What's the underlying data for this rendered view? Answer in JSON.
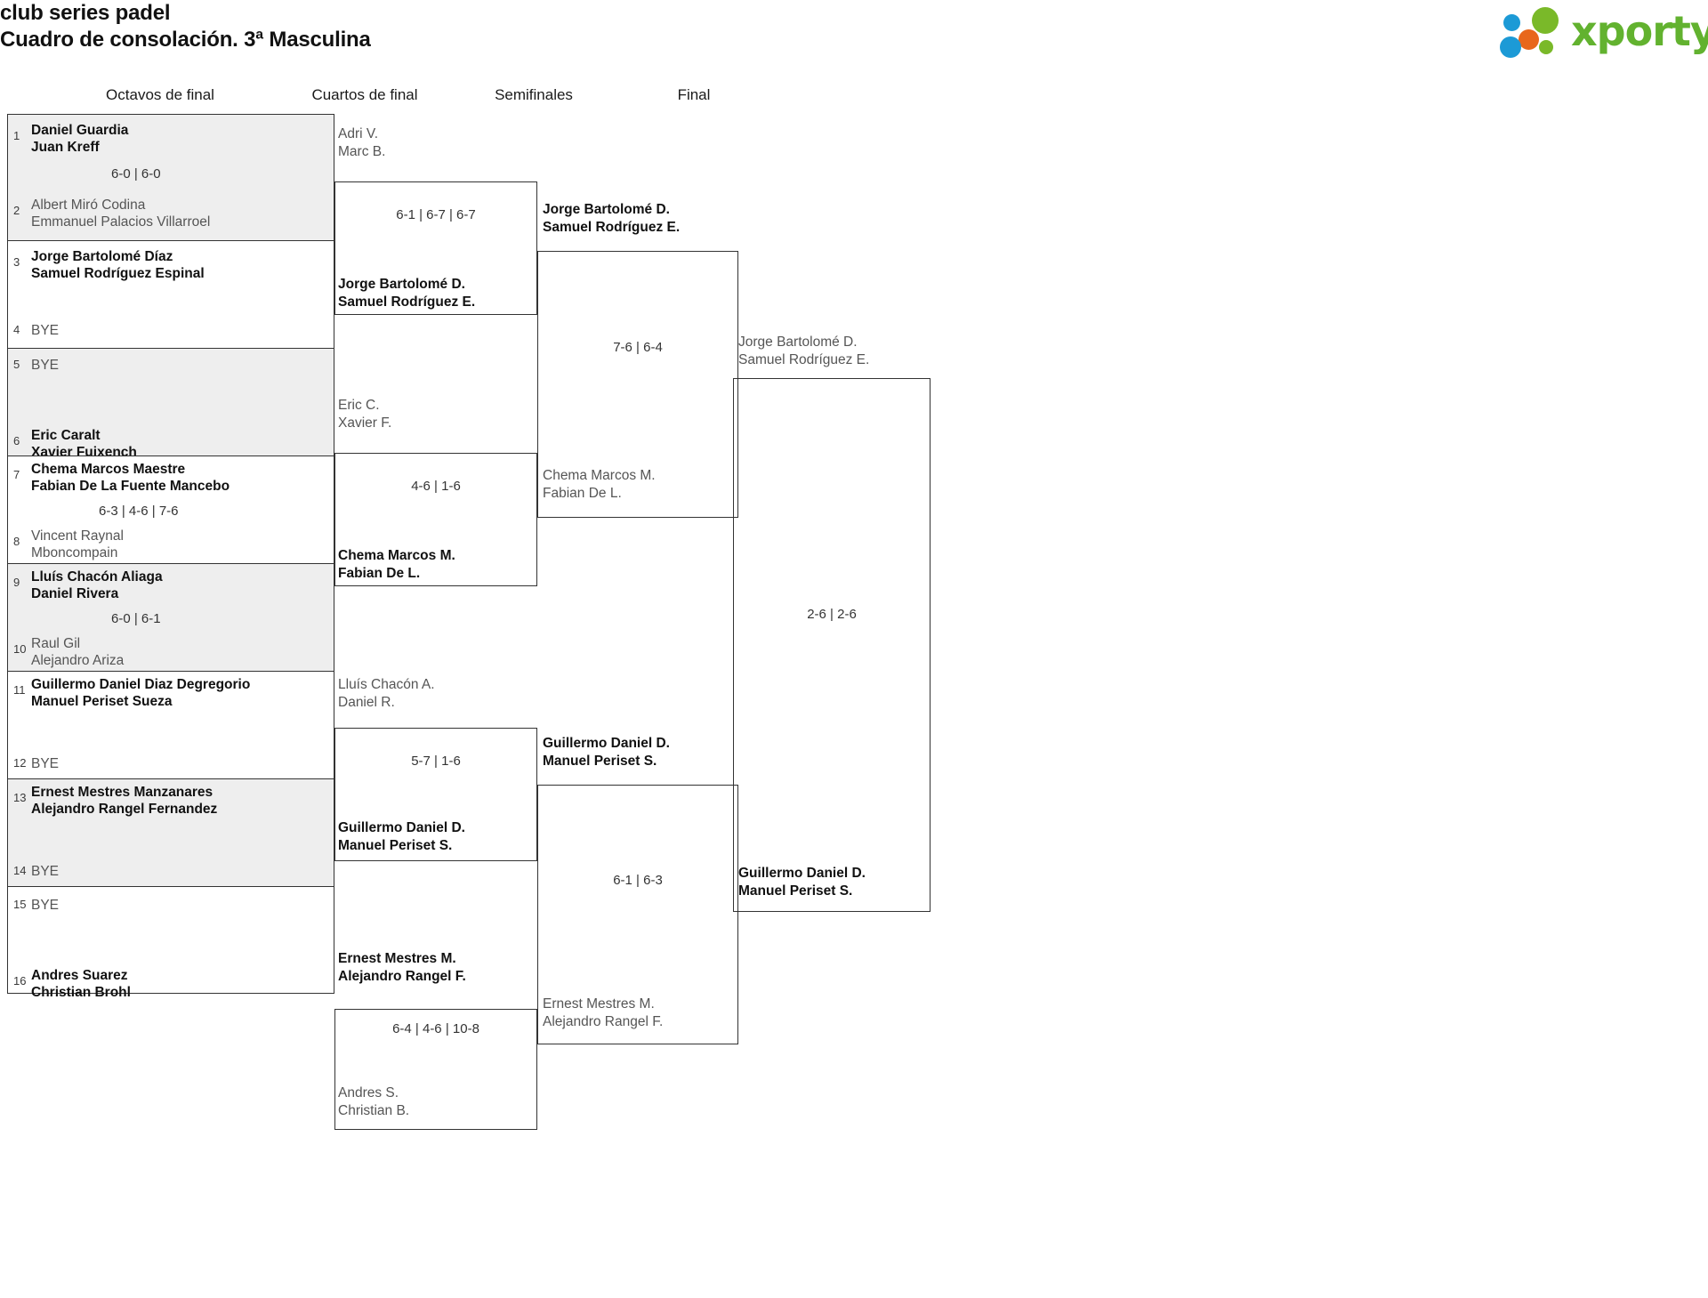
{
  "header": {
    "club": "club series padel",
    "subtitle": "Cuadro de consolación. 3ª Masculina",
    "logo_text": "xporty",
    "logo_colors": {
      "green": "#62b22f",
      "blue": "#1c9ad6",
      "orange": "#e8671c"
    }
  },
  "rounds": [
    {
      "id": "octavos",
      "label": "Octavos de final"
    },
    {
      "id": "cuartos",
      "label": "Cuartos de final"
    },
    {
      "id": "semis",
      "label": "Semifinales"
    },
    {
      "id": "final",
      "label": "Final"
    }
  ],
  "bracket": {
    "round1": {
      "entries": [
        {
          "seed": "1",
          "p1": "Daniel Guardia",
          "p2": "Juan Kreff",
          "state": "win"
        },
        {
          "seed": "2",
          "p1": "Albert Miró Codina",
          "p2": "Emmanuel Palacios Villarroel",
          "state": "lose"
        },
        {
          "seed": "3",
          "p1": "Jorge Bartolomé Díaz",
          "p2": "Samuel Rodríguez Espinal",
          "state": "win"
        },
        {
          "seed": "4",
          "p1": "BYE",
          "p2": "",
          "state": "bye"
        },
        {
          "seed": "5",
          "p1": "BYE",
          "p2": "",
          "state": "bye"
        },
        {
          "seed": "6",
          "p1": "Eric Caralt",
          "p2": "Xavier Fuixench",
          "state": "win"
        },
        {
          "seed": "7",
          "p1": "Chema Marcos Maestre",
          "p2": "Fabian De La Fuente Mancebo",
          "state": "win"
        },
        {
          "seed": "8",
          "p1": "Vincent Raynal",
          "p2": "Mboncompain",
          "state": "lose"
        },
        {
          "seed": "9",
          "p1": "Lluís Chacón Aliaga",
          "p2": "Daniel Rivera",
          "state": "win"
        },
        {
          "seed": "10",
          "p1": "Raul Gil",
          "p2": "Alejandro Ariza",
          "state": "lose"
        },
        {
          "seed": "11",
          "p1": "Guillermo Daniel Diaz Degregorio",
          "p2": "Manuel Periset Sueza",
          "state": "win"
        },
        {
          "seed": "12",
          "p1": "BYE",
          "p2": "",
          "state": "bye"
        },
        {
          "seed": "13",
          "p1": "Ernest Mestres Manzanares",
          "p2": "Alejandro Rangel Fernandez",
          "state": "win"
        },
        {
          "seed": "14",
          "p1": "BYE",
          "p2": "",
          "state": "bye"
        },
        {
          "seed": "15",
          "p1": "BYE",
          "p2": "",
          "state": "bye"
        },
        {
          "seed": "16",
          "p1": "Andres Suarez",
          "p2": "Christian Brohl",
          "state": "win"
        }
      ],
      "scores": [
        {
          "match": "1",
          "value": "6-0 | 6-0"
        },
        {
          "match": "4",
          "value": "6-3 | 4-6 | 7-6"
        },
        {
          "match": "5",
          "value": "6-0 | 6-1"
        },
        {
          "match": "8",
          "value": ""
        }
      ]
    },
    "round2": {
      "matches": [
        {
          "top": {
            "p1": "Adri V.",
            "p2": "Marc B.",
            "state": "lose"
          },
          "bottom": {
            "p1": "Jorge Bartolomé D.",
            "p2": "Samuel Rodríguez E.",
            "state": "win"
          },
          "score": "6-1 | 6-7 | 6-7"
        },
        {
          "top": {
            "p1": "Eric C.",
            "p2": "Xavier F.",
            "state": "lose"
          },
          "bottom": {
            "p1": "Chema Marcos M.",
            "p2": "Fabian De L.",
            "state": "win"
          },
          "score": "4-6 | 1-6"
        },
        {
          "top": {
            "p1": "Lluís Chacón A.",
            "p2": "Daniel R.",
            "state": "lose"
          },
          "bottom": {
            "p1": "Guillermo Daniel D.",
            "p2": "Manuel Periset S.",
            "state": "win"
          },
          "score": "5-7 | 1-6"
        },
        {
          "top": {
            "p1": "Ernest Mestres M.",
            "p2": "Alejandro Rangel F.",
            "state": "win"
          },
          "bottom": {
            "p1": "Andres S.",
            "p2": "Christian B.",
            "state": "lose"
          },
          "score": "6-4 | 4-6 | 10-8"
        }
      ]
    },
    "round3": {
      "matches": [
        {
          "top": {
            "p1": "Jorge Bartolomé D.",
            "p2": "Samuel Rodríguez E.",
            "state": "win"
          },
          "bottom": {
            "p1": "Chema Marcos M.",
            "p2": "Fabian De L.",
            "state": "lose"
          },
          "score": "7-6 | 6-4"
        },
        {
          "top": {
            "p1": "Guillermo Daniel D.",
            "p2": "Manuel Periset S.",
            "state": "win"
          },
          "bottom": {
            "p1": "Ernest Mestres M.",
            "p2": "Alejandro Rangel F.",
            "state": "lose"
          },
          "score": "6-1 | 6-3"
        }
      ]
    },
    "round4": {
      "matches": [
        {
          "top": {
            "p1": "Jorge Bartolomé D.",
            "p2": "Samuel Rodríguez E.",
            "state": "lose"
          },
          "bottom": {
            "p1": "Guillermo Daniel D.",
            "p2": "Manuel Periset S.",
            "state": "win"
          },
          "score": "2-6 | 2-6"
        }
      ]
    }
  }
}
